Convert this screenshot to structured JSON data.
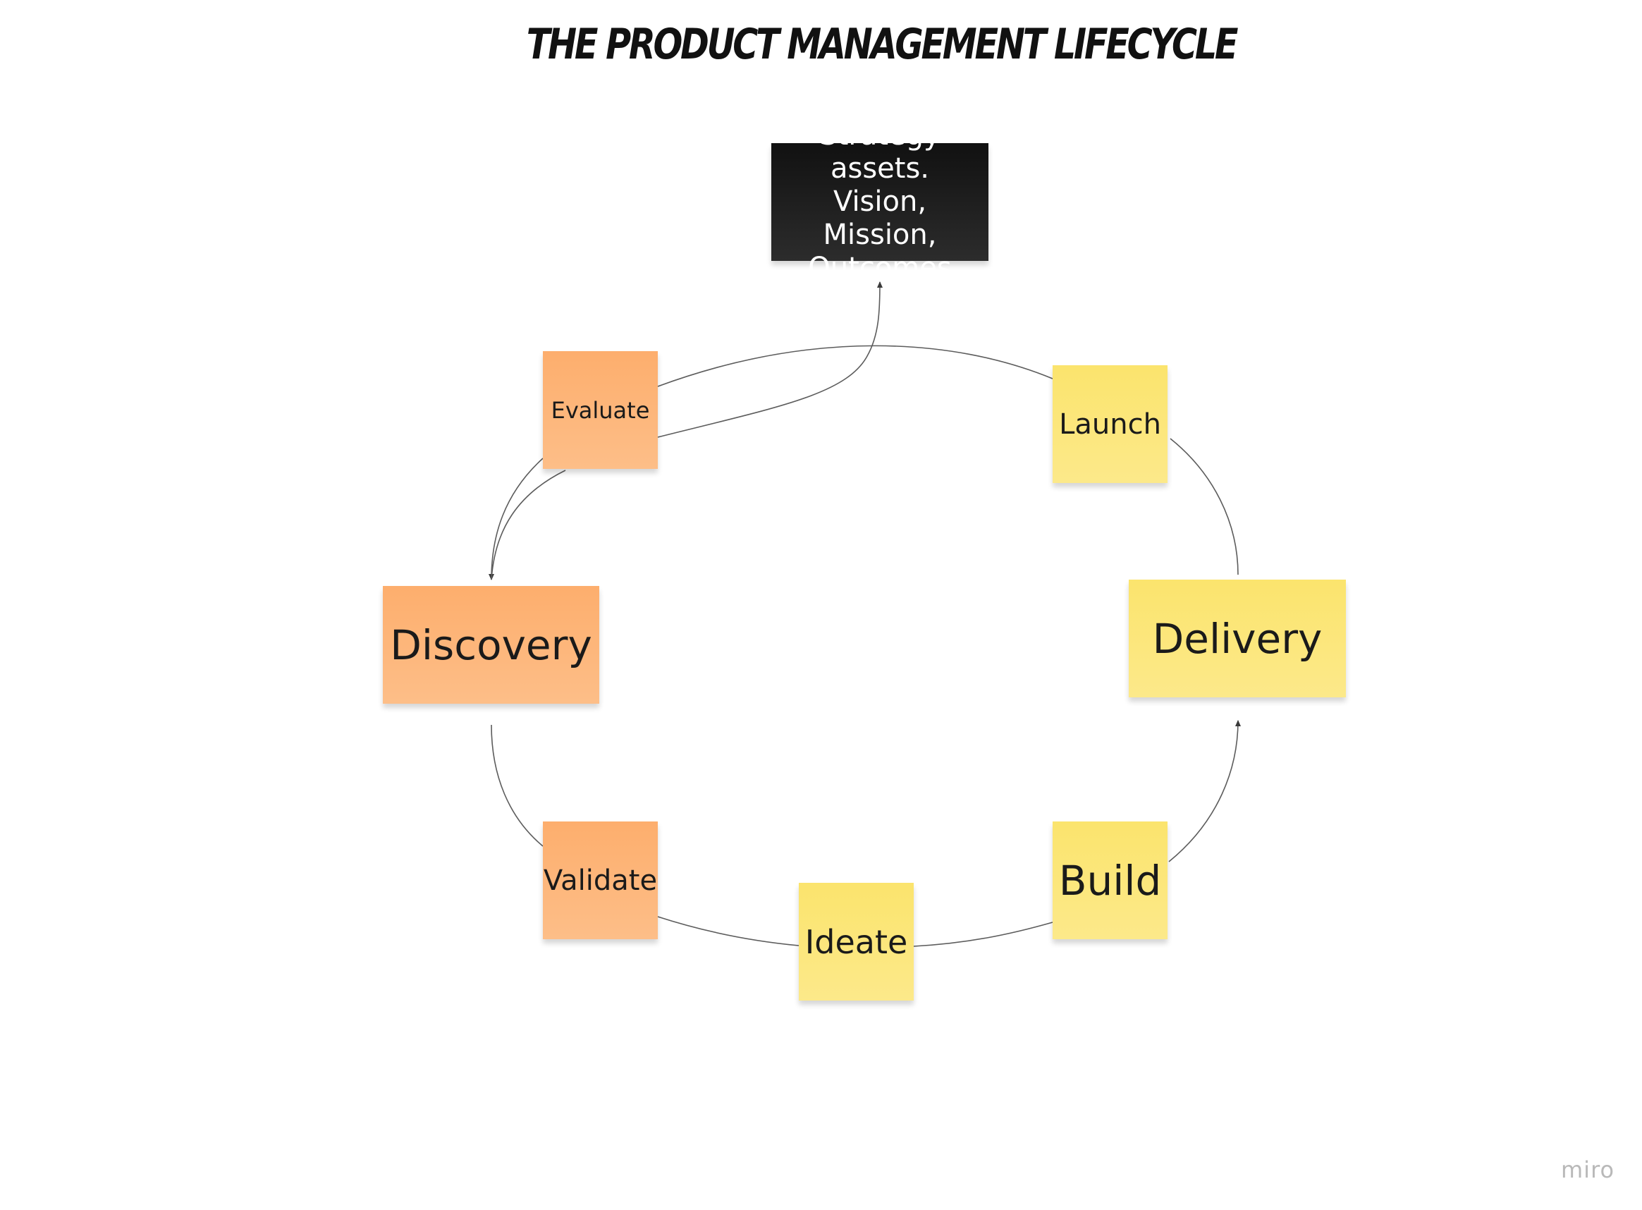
{
  "title": "THE PRODUCT MANAGEMENT LIFECYCLE",
  "strategy_note": "Strategy assets. Vision, Mission, Outcomes",
  "stages": {
    "evaluate": "Evaluate",
    "launch": "Launch",
    "discovery": "Discovery",
    "delivery": "Delivery",
    "validate": "Validate",
    "build": "Build",
    "ideate": "Ideate"
  },
  "colors": {
    "discovery_phase": "#fdae6d",
    "delivery_phase": "#fbe46d",
    "strategy": "#1a1a1a",
    "connector": "#5c5c5c"
  },
  "logo": "miro"
}
